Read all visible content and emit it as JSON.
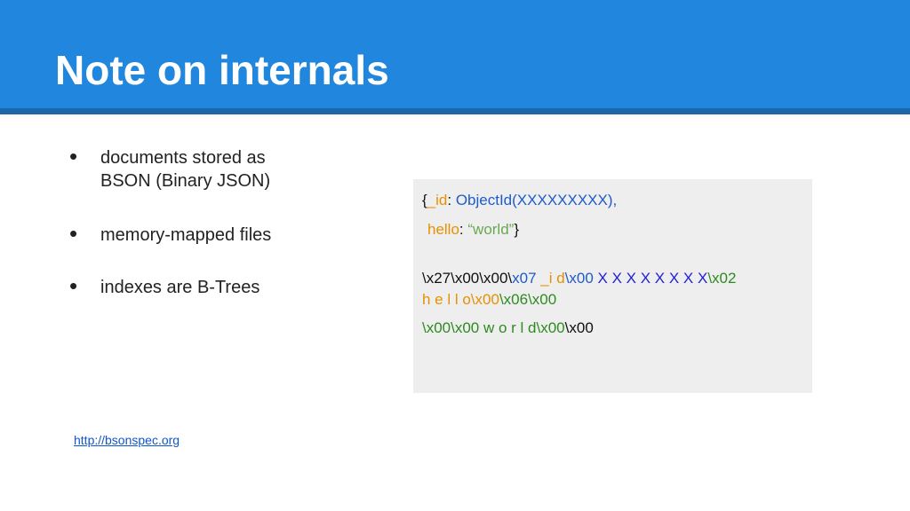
{
  "slide": {
    "title": "Note on internals",
    "bullets": [
      {
        "line1": "documents stored as",
        "line2": "BSON (Binary JSON)"
      },
      {
        "text": "memory-mapped files"
      },
      {
        "text": "indexes are B-Trees"
      }
    ],
    "bullet_glyph": "•",
    "link": "http://bsonspec.org"
  },
  "code": {
    "line1": [
      {
        "text": "{",
        "color": "black"
      },
      {
        "text": "_id",
        "color": "orange"
      },
      {
        "text": ": ",
        "color": "black"
      },
      {
        "text": "ObjectId(XXXXXXXXX),",
        "color": "blue"
      }
    ],
    "line2": [
      {
        "text": "hello",
        "color": "orange"
      },
      {
        "text": ": ",
        "color": "black"
      },
      {
        "text": "“world”",
        "color": "lgreen"
      },
      {
        "text": "}",
        "color": "black"
      }
    ],
    "line3": [
      {
        "text": "\\x27\\x00\\x00\\",
        "color": "black"
      },
      {
        "text": "x07 ",
        "color": "blue"
      },
      {
        "text": "_i d",
        "color": "orange"
      },
      {
        "text": "\\x00 ",
        "color": "blue"
      },
      {
        "text": "X X X X X X X X",
        "color": "navy"
      },
      {
        "text": "\\x02",
        "color": "green"
      }
    ],
    "line4": [
      {
        "text": "h  e  l  l  o\\x00",
        "color": "orange"
      },
      {
        "text": "\\x06\\x00",
        "color": "green"
      }
    ],
    "line5": [
      {
        "text": "\\x00\\x00 w  o  r  l d\\x00",
        "color": "green"
      },
      {
        "text": "\\x00",
        "color": "black"
      }
    ]
  },
  "colors": {
    "header": "#2187de",
    "header_band": "#1b67a8",
    "code_background": "#eeeeee"
  }
}
